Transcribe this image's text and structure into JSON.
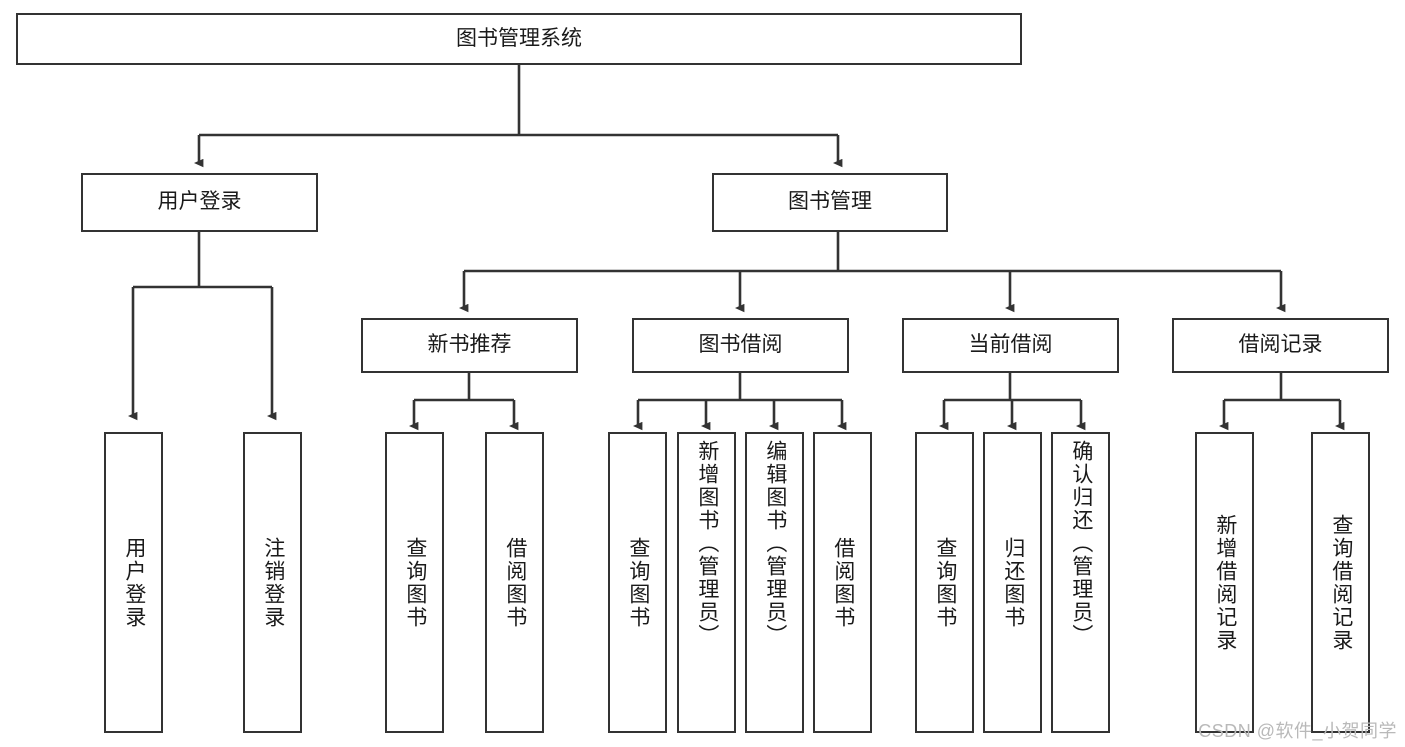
{
  "diagram": {
    "title": "图书管理系统",
    "type": "tree-hierarchy-diagram",
    "colors": {
      "box_border": "#333333",
      "box_fill": "#ffffff",
      "edge": "#333333",
      "text": "#1a1a1a",
      "watermark": "#b9b9b9",
      "background": "#ffffff"
    },
    "root": {
      "label": "图书管理系统"
    },
    "level1": [
      {
        "id": "user-login",
        "label": "用户登录"
      },
      {
        "id": "book-manage",
        "label": "图书管理"
      }
    ],
    "level2": [
      {
        "id": "new-book-rec",
        "label": "新书推荐"
      },
      {
        "id": "book-borrow",
        "label": "图书借阅"
      },
      {
        "id": "current-borrow",
        "label": "当前借阅"
      },
      {
        "id": "borrow-record",
        "label": "借阅记录"
      }
    ],
    "leaves": {
      "user_login": [
        {
          "id": "leaf-user-login",
          "label": "用户登录"
        },
        {
          "id": "leaf-logout",
          "label": "注销登录"
        }
      ],
      "new_book_rec": [
        {
          "id": "leaf-query-book-1",
          "label": "查询图书"
        },
        {
          "id": "leaf-borrow-book-1",
          "label": "借阅图书"
        }
      ],
      "book_borrow": [
        {
          "id": "leaf-query-book-2",
          "label": "查询图书"
        },
        {
          "id": "leaf-add-book",
          "label": "新增图书（管理员）"
        },
        {
          "id": "leaf-edit-book",
          "label": "编辑图书（管理员）"
        },
        {
          "id": "leaf-borrow-book-2",
          "label": "借阅图书"
        }
      ],
      "current_borrow": [
        {
          "id": "leaf-query-book-3",
          "label": "查询图书"
        },
        {
          "id": "leaf-return-book",
          "label": "归还图书"
        },
        {
          "id": "leaf-confirm-return",
          "label": "确认归还（管理员）"
        }
      ],
      "borrow_record": [
        {
          "id": "leaf-add-record",
          "label": "新增借阅记录"
        },
        {
          "id": "leaf-query-record",
          "label": "查询借阅记录"
        }
      ]
    },
    "watermark": "CSDN @软件_小贺同学"
  }
}
